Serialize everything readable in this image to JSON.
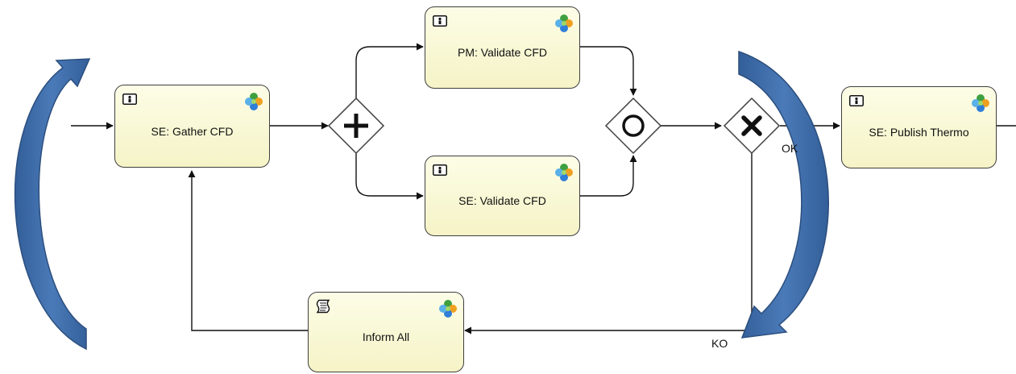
{
  "tasks": {
    "gather": {
      "label": "SE: Gather CFD"
    },
    "pm_validate": {
      "label": "PM: Validate CFD"
    },
    "se_validate": {
      "label": "SE: Validate CFD"
    },
    "publish": {
      "label": "SE: Publish Thermo"
    },
    "inform": {
      "label": "Inform All"
    }
  },
  "flows": {
    "ok_label": "OK",
    "ko_label": "KO"
  },
  "icons": {
    "user_task": "user-task-icon",
    "script_task": "script-task-icon",
    "logo": "logo-icon",
    "parallel_gateway": "parallel-gateway",
    "inclusive_gateway": "inclusive-gateway",
    "exclusive_gateway": "exclusive-gateway",
    "loop_arrow": "curved-arrow"
  },
  "colors": {
    "task_fill_top": "#fdfde7",
    "task_fill_bottom": "#f5f3c6",
    "task_border": "#3f3f3f",
    "flow_line": "#111111",
    "annotation_arrow": "#3b6aa6",
    "annotation_arrow_edge": "#2c4e7e"
  }
}
